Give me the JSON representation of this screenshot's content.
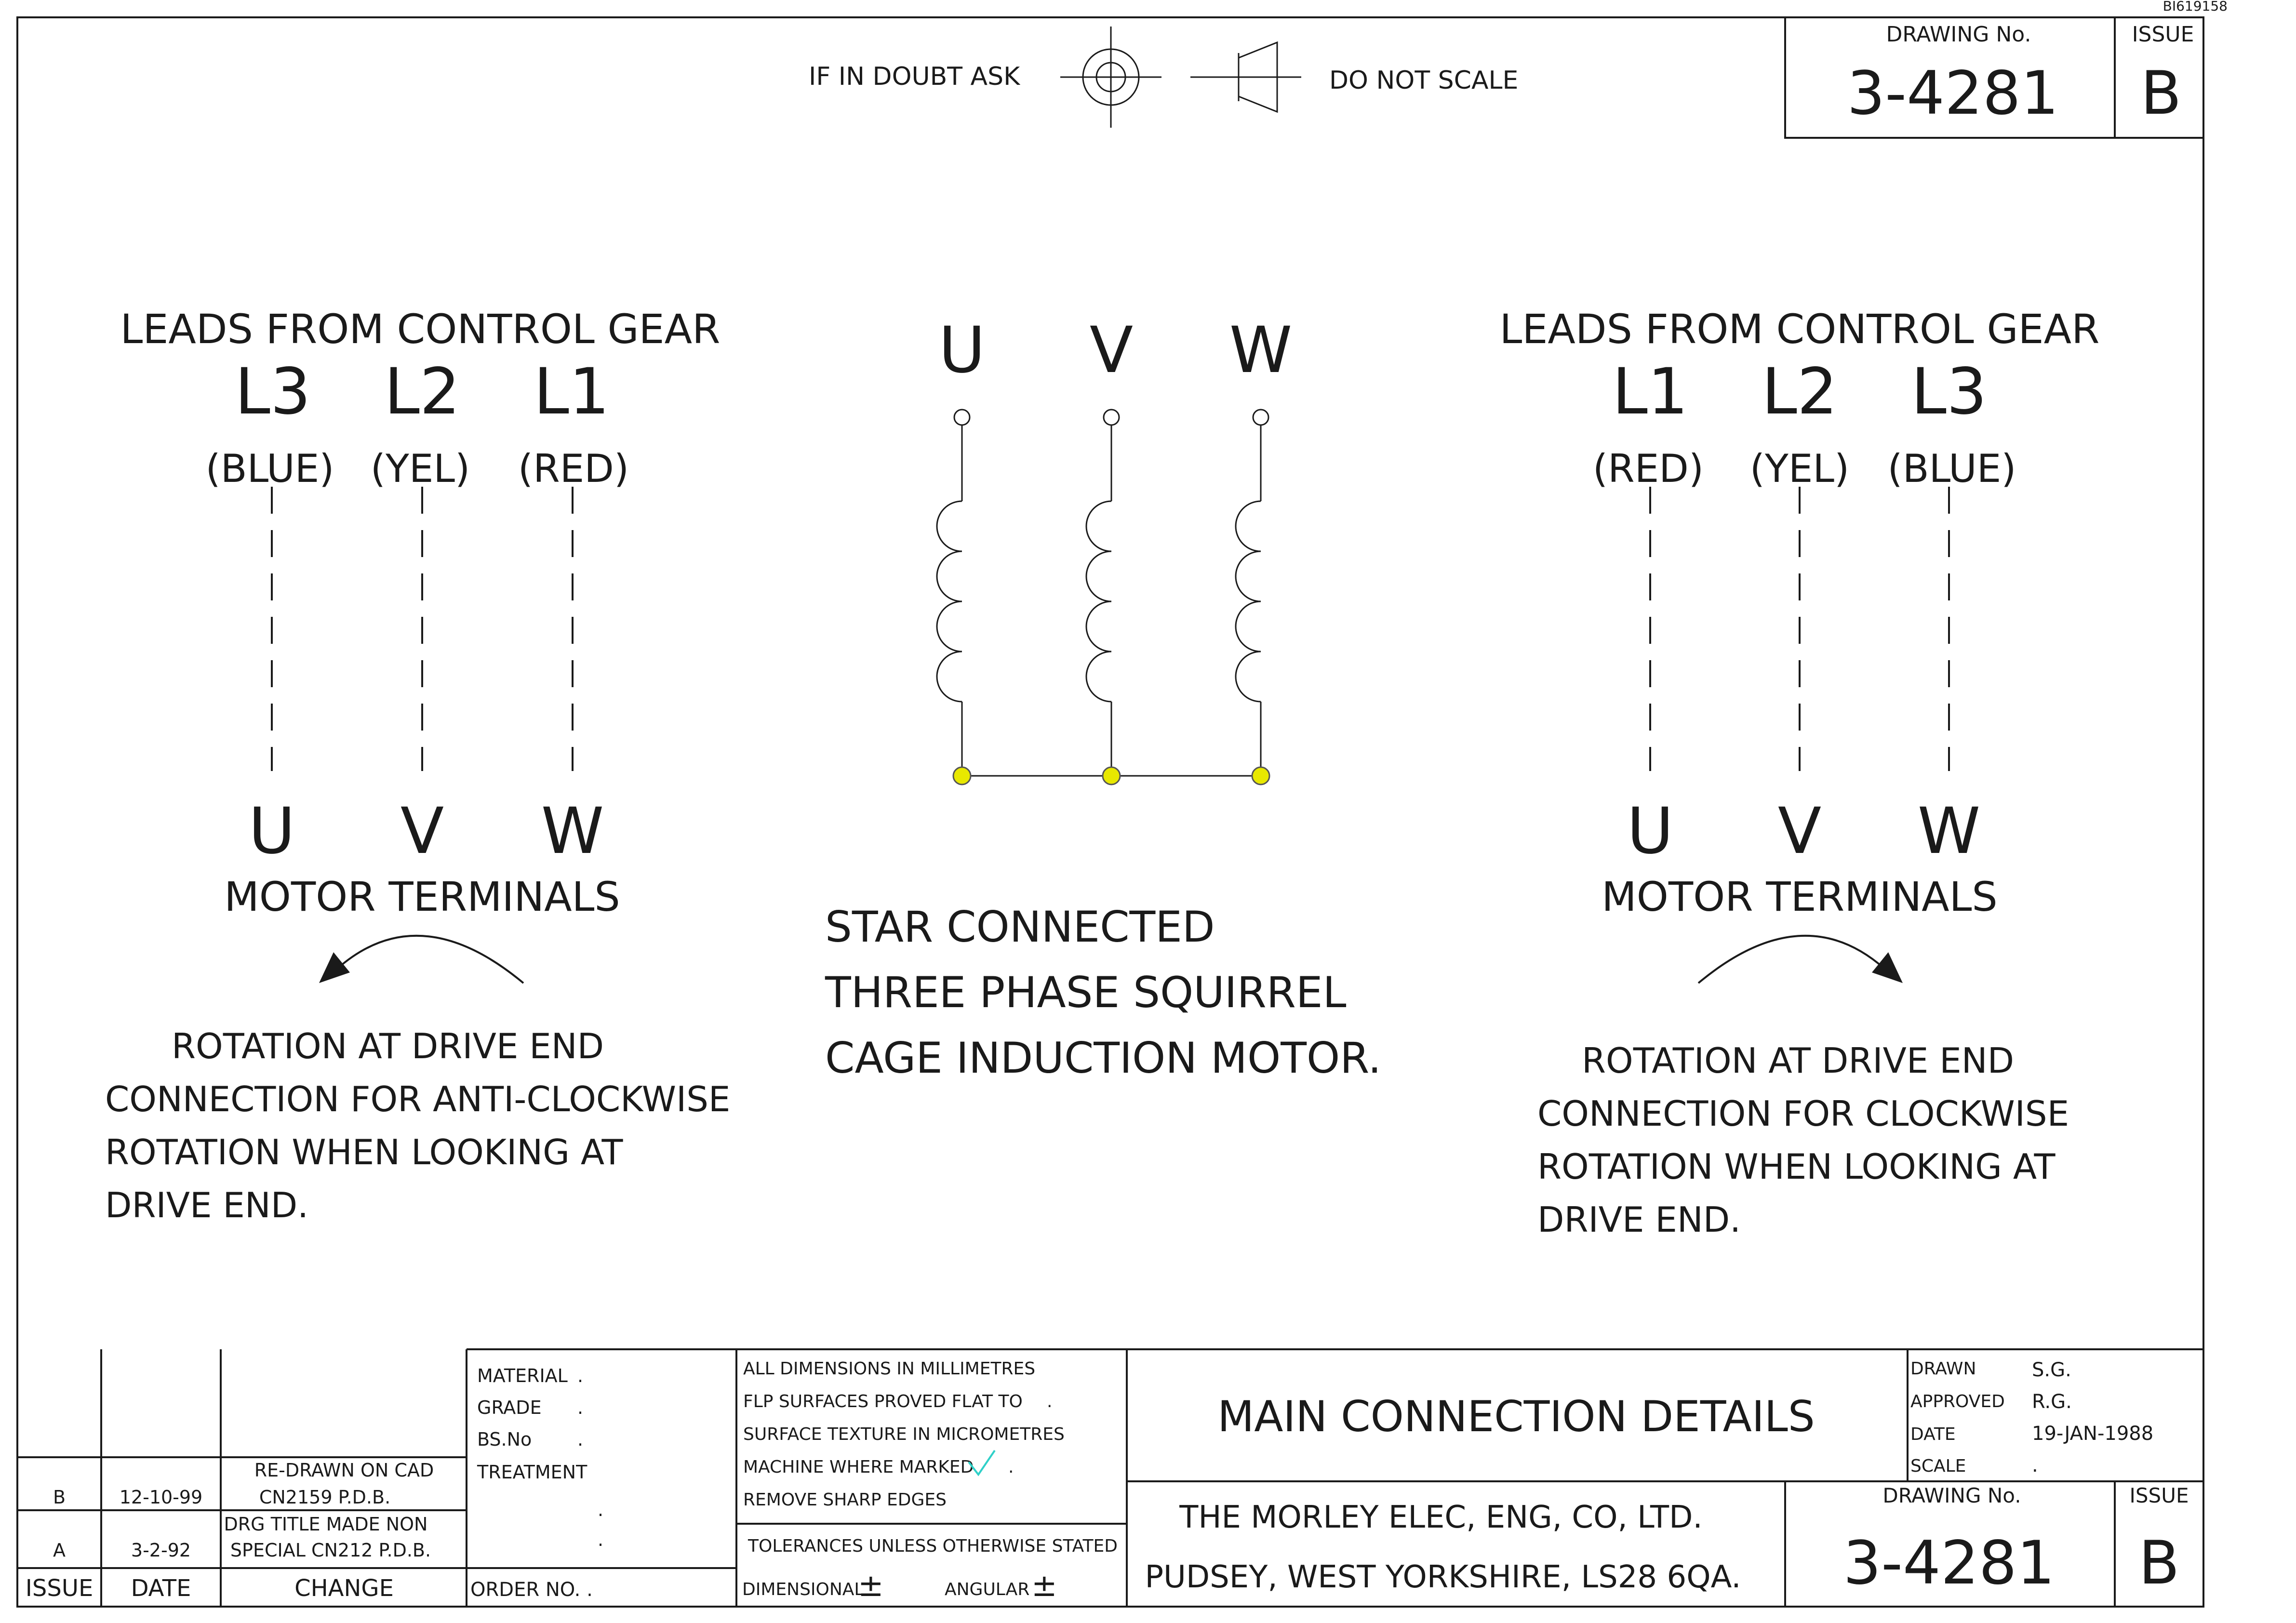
{
  "sheet_ref": "BI619158",
  "header": {
    "if_in_doubt": "IF IN DOUBT ASK",
    "do_not_scale": "DO NOT SCALE",
    "drawing_no_label": "DRAWING No.",
    "drawing_no": "3-4281",
    "issue_label": "ISSUE",
    "issue": "B"
  },
  "left_panel": {
    "leads_title": "LEADS FROM CONTROL GEAR",
    "leads": [
      "L3",
      "L2",
      "L1"
    ],
    "colours": [
      "(BLUE)",
      "(YEL)",
      "(RED)"
    ],
    "terminals": [
      "U",
      "V",
      "W"
    ],
    "terminals_title": "MOTOR TERMINALS",
    "description": [
      "ROTATION AT DRIVE END",
      "CONNECTION FOR ANTI-CLOCKWISE",
      "ROTATION WHEN LOOKING AT",
      "DRIVE END."
    ]
  },
  "right_panel": {
    "leads_title": "LEADS FROM CONTROL GEAR",
    "leads": [
      "L1",
      "L2",
      "L3"
    ],
    "colours": [
      "(RED)",
      "(YEL)",
      "(BLUE)"
    ],
    "terminals": [
      "U",
      "V",
      "W"
    ],
    "terminals_title": "MOTOR TERMINALS",
    "description": [
      "ROTATION AT DRIVE END",
      "CONNECTION FOR CLOCKWISE",
      "ROTATION WHEN LOOKING AT",
      "DRIVE END."
    ]
  },
  "center": {
    "windings": [
      "U",
      "V",
      "W"
    ],
    "description": [
      "STAR CONNECTED",
      "THREE PHASE SQUIRREL",
      "CAGE INDUCTION MOTOR."
    ]
  },
  "title_block": {
    "revisions": [
      {
        "issue": "B",
        "date": "12-10-99",
        "change_lines": [
          "RE-DRAWN ON CAD",
          "CN2159   P.D.B."
        ]
      },
      {
        "issue": "A",
        "date": "3-2-92",
        "change_lines": [
          "DRG TITLE MADE NON",
          "SPECIAL CN212   P.D.B."
        ]
      }
    ],
    "rev_headers": {
      "issue": "ISSUE",
      "date": "DATE",
      "change": "CHANGE"
    },
    "material_fields": [
      {
        "label": "MATERIAL",
        "value": "."
      },
      {
        "label": "GRADE",
        "value": "."
      },
      {
        "label": "BS.No",
        "value": "."
      },
      {
        "label": "TREATMENT",
        "value": ""
      }
    ],
    "material_dots": [
      ".",
      "."
    ],
    "order_no": "ORDER NO. .",
    "notes": [
      "ALL DIMENSIONS IN MILLIMETRES",
      "FLP SURFACES PROVED FLAT TO",
      "SURFACE TEXTURE IN MICROMETRES",
      "MACHINE WHERE MARKED",
      "REMOVE SHARP EDGES"
    ],
    "note_dots": [
      ".",
      "."
    ],
    "tolerances_title": "TOLERANCES UNLESS OTHERWISE STATED",
    "dimensional": "DIMENSIONAL",
    "angular": "ANGULAR",
    "plus_minus": "±",
    "drawing_title": "MAIN CONNECTION DETAILS",
    "company": "THE MORLEY ELEC, ENG, CO, LTD.",
    "address": "PUDSEY, WEST YORKSHIRE, LS28 6QA.",
    "approvals": [
      {
        "label": "DRAWN",
        "value": "S.G."
      },
      {
        "label": "APPROVED",
        "value": "R.G."
      },
      {
        "label": "DATE",
        "value": "19-JAN-1988"
      },
      {
        "label": "SCALE",
        "value": "."
      }
    ],
    "drawing_no_label": "DRAWING No.",
    "drawing_no": "3-4281",
    "issue_label": "ISSUE",
    "issue": "B"
  },
  "colors": {
    "line": "#1a1a1a",
    "star_node": "#e8e800",
    "machine_mark": "#2fd0c8"
  }
}
